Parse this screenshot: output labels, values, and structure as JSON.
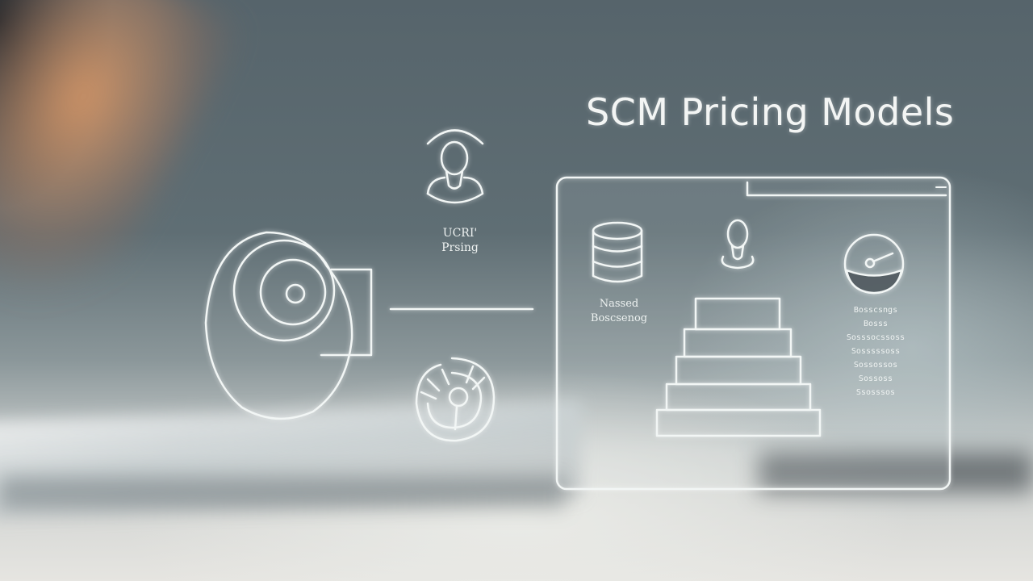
{
  "title": "SCM Pricing Models",
  "labels": {
    "user_pricing_line1": "UCRI'",
    "user_pricing_line2": "Prsing",
    "panel_label_line1": "Nassed",
    "panel_label_line2": "Boscsenog"
  },
  "panel_list": [
    "Bosscsngs",
    "Bosss",
    "Sosssocssoss",
    "Sosssssoss",
    "Sossossos",
    "Sossoss",
    "Ssosssos"
  ],
  "colors": {
    "line": "#f2f6f5",
    "accent_warm": "#d6966a"
  },
  "icons": [
    "user-pin-icon",
    "camera-lens-icon",
    "spiral-dial-icon",
    "database-icon",
    "person-icon",
    "gauge-icon",
    "pyramid-tiers-icon"
  ]
}
